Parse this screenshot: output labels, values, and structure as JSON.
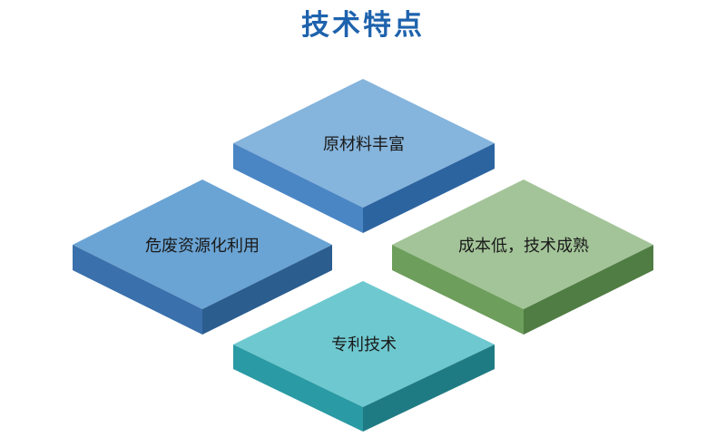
{
  "title": "技术特点",
  "tiles": [
    {
      "label": "原材料丰富",
      "colors": {
        "top": "#85b4dc",
        "left": "#4a86c4",
        "right": "#2c64a0"
      }
    },
    {
      "label": "危废资源化利用",
      "colors": {
        "top": "#6aa4d4",
        "left": "#3a70ab",
        "right": "#2b5d8f"
      }
    },
    {
      "label": "成本低，技术成熟",
      "colors": {
        "top": "#a3c498",
        "left": "#6d9e5c",
        "right": "#507d43"
      }
    },
    {
      "label": "专利技术",
      "colors": {
        "top": "#6ec8cf",
        "left": "#2a9aa4",
        "right": "#1f7b83"
      }
    }
  ]
}
